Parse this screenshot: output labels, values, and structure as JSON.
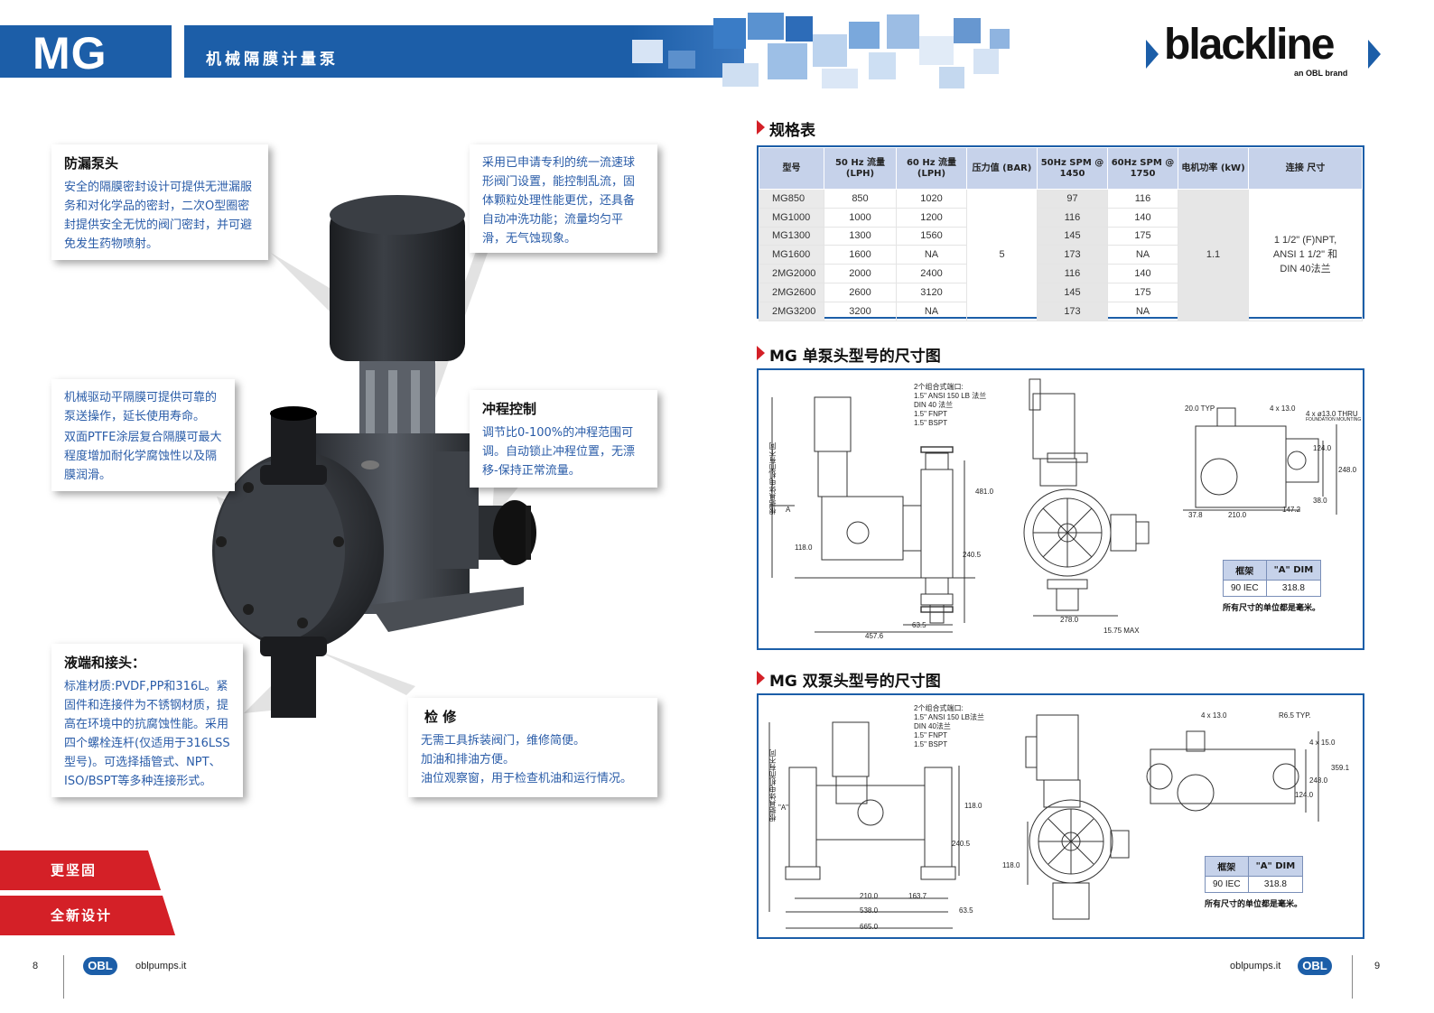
{
  "header": {
    "model": "MG",
    "title": "机械隔膜计量泵",
    "brand_name": "blackline",
    "brand_sub": "an OBL brand"
  },
  "callouts": {
    "leakproof": {
      "title": "防漏泵头",
      "text": "安全的隔膜密封设计可提供无泄漏服务和对化学品的密封，二次O型圈密封提供安全无忧的阀门密封，并可避免发生药物喷射。"
    },
    "valves": {
      "text": "采用已申请专利的统一流速球形阀门设置，能控制乱流，固体颗粒处理性能更优，还具备自动冲洗功能；流量均匀平滑，无气蚀现象。"
    },
    "drive": {
      "text1": "机械驱动平隔膜可提供可靠的泵送操作，延长使用寿命。",
      "text2": "双面PTFE涂层复合隔膜可最大程度增加耐化学腐蚀性以及隔膜润滑。"
    },
    "stroke": {
      "title": "冲程控制",
      "text": "调节比0-100%的冲程范围可调。自动锁止冲程位置，无漂移-保持正常流量。"
    },
    "wetend": {
      "title": "液端和接头：",
      "text": "标准材质:PVDF,PP和316L。紧固件和连接件为不锈钢材质，提高在环境中的抗腐蚀性能。采用四个螺栓连杆(仅适用于316LSS型号)。可选择插管式、NPT、ISO/BSPT等多种连接形式。"
    },
    "service": {
      "title": "检 修",
      "line1": "无需工具拆装阀门，维修简便。",
      "line2": "加油和排油方便。",
      "line3": "油位观察窗，用于检查机油和运行情况。"
    }
  },
  "tabs": [
    "更坚固",
    "全新设计"
  ],
  "footer": {
    "left_page": "8",
    "right_page": "9",
    "logo": "OBL",
    "url": "oblpumps.it"
  },
  "spec_section": {
    "heading": "规格表",
    "headers": [
      "型号",
      "50 Hz 流量 (LPH)",
      "60 Hz 流量 (LPH)",
      "压力值 (BAR)",
      "50Hz SPM @ 1450",
      "60Hz SPM @ 1750",
      "电机功率 (kW)",
      "连接 尺寸"
    ],
    "rows": [
      [
        "MG850",
        "850",
        "1020",
        "97",
        "116"
      ],
      [
        "MG1000",
        "1000",
        "1200",
        "116",
        "140"
      ],
      [
        "MG1300",
        "1300",
        "1560",
        "145",
        "175"
      ],
      [
        "MG1600",
        "1600",
        "NA",
        "173",
        "NA"
      ],
      [
        "2MG2000",
        "2000",
        "2400",
        "116",
        "140"
      ],
      [
        "2MG2600",
        "2600",
        "3120",
        "145",
        "175"
      ],
      [
        "2MG3200",
        "3200",
        "NA",
        "173",
        "NA"
      ]
    ],
    "pressure": "5",
    "power": "1.1",
    "connection": "1 1/2\" (F)NPT, ANSI 1 1/2\" 和 DIN 40法兰"
  },
  "single_section": {
    "heading": "MG 单泵头型号的尺寸图",
    "port_note": [
      "2个组合式端口:",
      "1.5\" ANSI 150 LB 法兰",
      "DIN 40 法兰",
      "1.5\" FNPT",
      "1.5\" BSPT"
    ],
    "vertical_note": "根据具体电机而有不同",
    "dims": {
      "d481": "481.0",
      "d240": "240.5",
      "d118": "118.0",
      "d63": "63.5",
      "d457": "457.6",
      "d278": "278.0",
      "d1575": "15.75 MAX",
      "d20": "20.0 TYP",
      "d4x13": "4 x 13.0",
      "d4x13t": "4 x ø13.0 THRU",
      "found": "FOUNDATION MOUNTING",
      "d124": "124.0",
      "d248": "248.0",
      "d38": "38.0",
      "d378": "37.8",
      "d210": "210.0",
      "d1472": "147.2",
      "a": "A"
    },
    "mini_headers": [
      "框架",
      "\"A\" DIM"
    ],
    "mini_row": [
      "90 IEC",
      "318.8"
    ],
    "units_note": "所有尺寸的单位都是毫米。"
  },
  "double_section": {
    "heading": "MG 双泵头型号的尺寸图",
    "port_note": [
      "2个组合式端口:",
      "1.5\" ANSI 150 LB法兰",
      "DIN 40法兰",
      "1.5\" FNPT",
      "1.5\" BSPT"
    ],
    "vertical_note": "根据具体电机而有不同",
    "dims": {
      "d118": "118.0",
      "d240": "240.5",
      "d210": "210.0",
      "d163": "163.7",
      "d538": "538.0",
      "d63": "63.5",
      "d665": "665.0",
      "d118b": "118.0",
      "d4x13": "4 x 13.0",
      "r65": "R6.5 TYP.",
      "d4x15": "4 x 15.0",
      "d359": "359.1",
      "d248": "248.0",
      "d124": "124.0",
      "a": "\"A\""
    },
    "mini_headers": [
      "框架",
      "\"A\" DIM"
    ],
    "mini_row": [
      "90 IEC",
      "318.8"
    ],
    "units_note": "所有尺寸的单位都是毫米。"
  }
}
